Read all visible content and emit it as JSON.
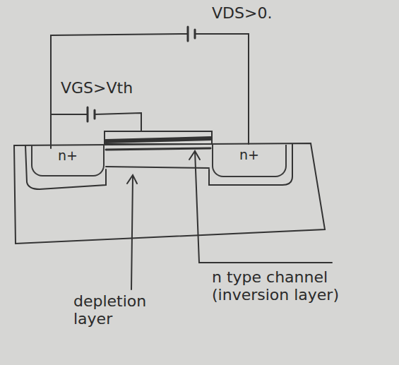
{
  "diagram": {
    "nodes": [
      {
        "text": [
          "n+"
        ]
      },
      {
        "text": [
          "n+"
        ]
      }
    ],
    "labels": [
      "VDS>0.",
      "VGS>Vth",
      "depletion layer",
      "n type channel (inversion layer)"
    ]
  }
}
